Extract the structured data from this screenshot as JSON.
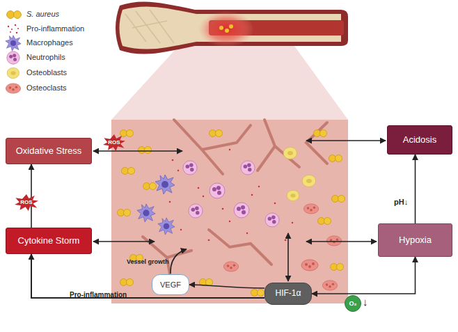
{
  "diagram": {
    "nodes": [
      {
        "text": [
          "Oxidative Stress"
        ]
      },
      {
        "text": [
          "Acidosis"
        ]
      },
      {
        "text": [
          "Cytokine Storm"
        ]
      },
      {
        "text": [
          "Hypoxia"
        ]
      },
      {
        "text": [
          "VEGF"
        ]
      },
      {
        "text": [
          "HIF-1α"
        ]
      },
      {
        "text": [
          "O₂"
        ]
      }
    ],
    "edges": [
      {
        "from": 2,
        "to": 0,
        "label": "ROS",
        "arrow": "to"
      },
      {
        "from": 3,
        "to": 1,
        "label": "pH↓",
        "arrow": "to"
      },
      {
        "from": 5,
        "to": 2,
        "label": "Pro-inflammation",
        "arrow": "to"
      },
      {
        "from": 5,
        "to": 4,
        "arrow": "to"
      },
      {
        "from": 3,
        "to": 5,
        "arrow": "both"
      }
    ],
    "labels": [
      "ROS",
      "Vessel growth",
      "↓"
    ],
    "legend": [
      {
        "text": "S. aureus"
      },
      {
        "text": "Pro-inflammation"
      },
      {
        "text": "Macrophages"
      },
      {
        "text": "Neutrophils"
      },
      {
        "text": "Osteoblasts"
      },
      {
        "text": "Osteoclasts"
      }
    ]
  }
}
